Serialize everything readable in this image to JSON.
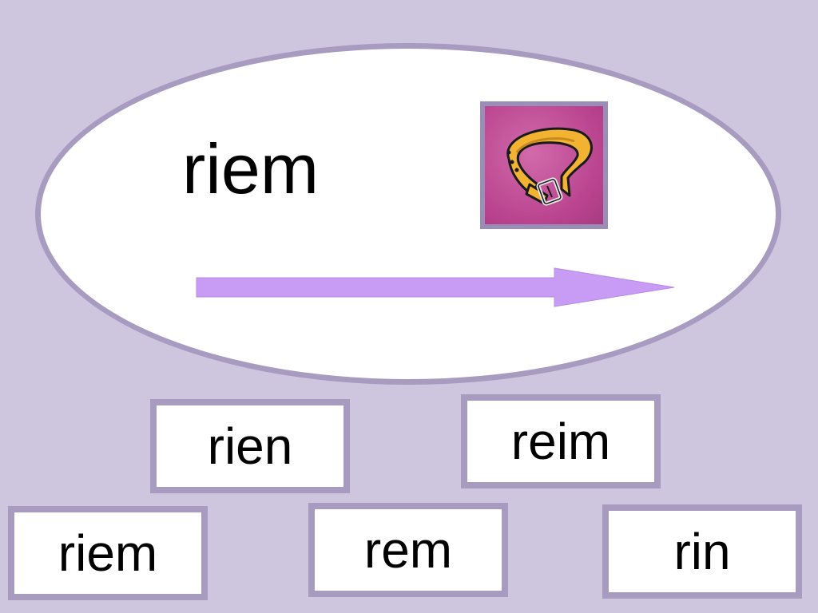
{
  "prompt": {
    "word": "riem",
    "picture_icon": "belt-icon"
  },
  "arrow": {
    "icon": "right-arrow-icon",
    "color": "#c89cf5"
  },
  "choices": [
    {
      "label": "rien"
    },
    {
      "label": "reim"
    },
    {
      "label": "riem"
    },
    {
      "label": "rem"
    },
    {
      "label": "rin"
    }
  ],
  "colors": {
    "background": "#cec5df",
    "frame": "#a79bc0",
    "card": "#ffffff"
  }
}
